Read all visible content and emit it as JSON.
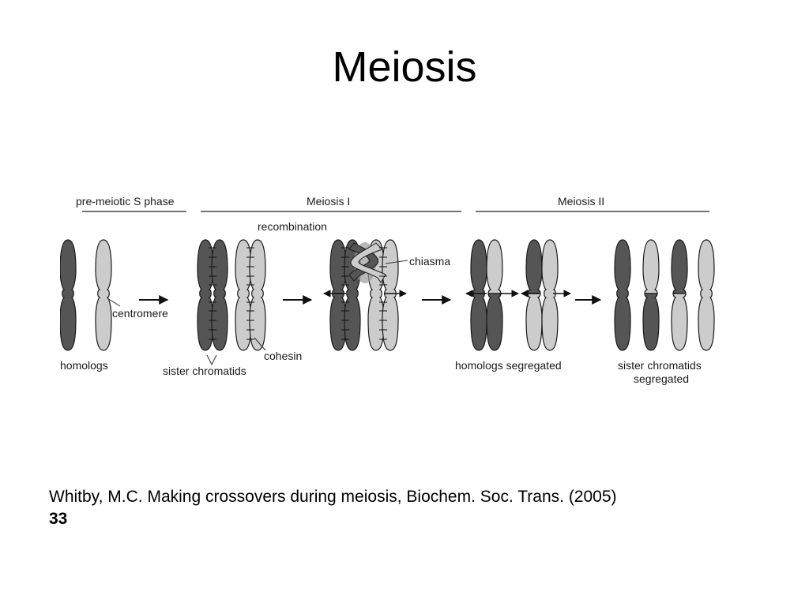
{
  "slide": {
    "title": "Meiosis"
  },
  "figure": {
    "stages": {
      "pre_meiotic": "pre-meiotic S phase",
      "meiosis_1": "Meiosis I",
      "meiosis_2": "Meiosis II"
    },
    "labels": {
      "centromere": "centromere",
      "homologs": "homologs",
      "recombination": "recombination",
      "cohesin": "cohesin",
      "sister_chromatids": "sister chromatids",
      "chiasma": "chiasma",
      "homologs_segregated": "homologs segregated",
      "sister_chromatids_segregated_1": "sister chromatids",
      "sister_chromatids_segregated_2": "segregated"
    },
    "colors": {
      "dark_chromosome": "#555555",
      "light_chromosome": "#cccccc",
      "outline": "#1a1a1a"
    }
  },
  "citation": {
    "text": "Whitby, M.C. Making crossovers during meiosis, Biochem. Soc. Trans. (2005)",
    "volume": "33"
  }
}
